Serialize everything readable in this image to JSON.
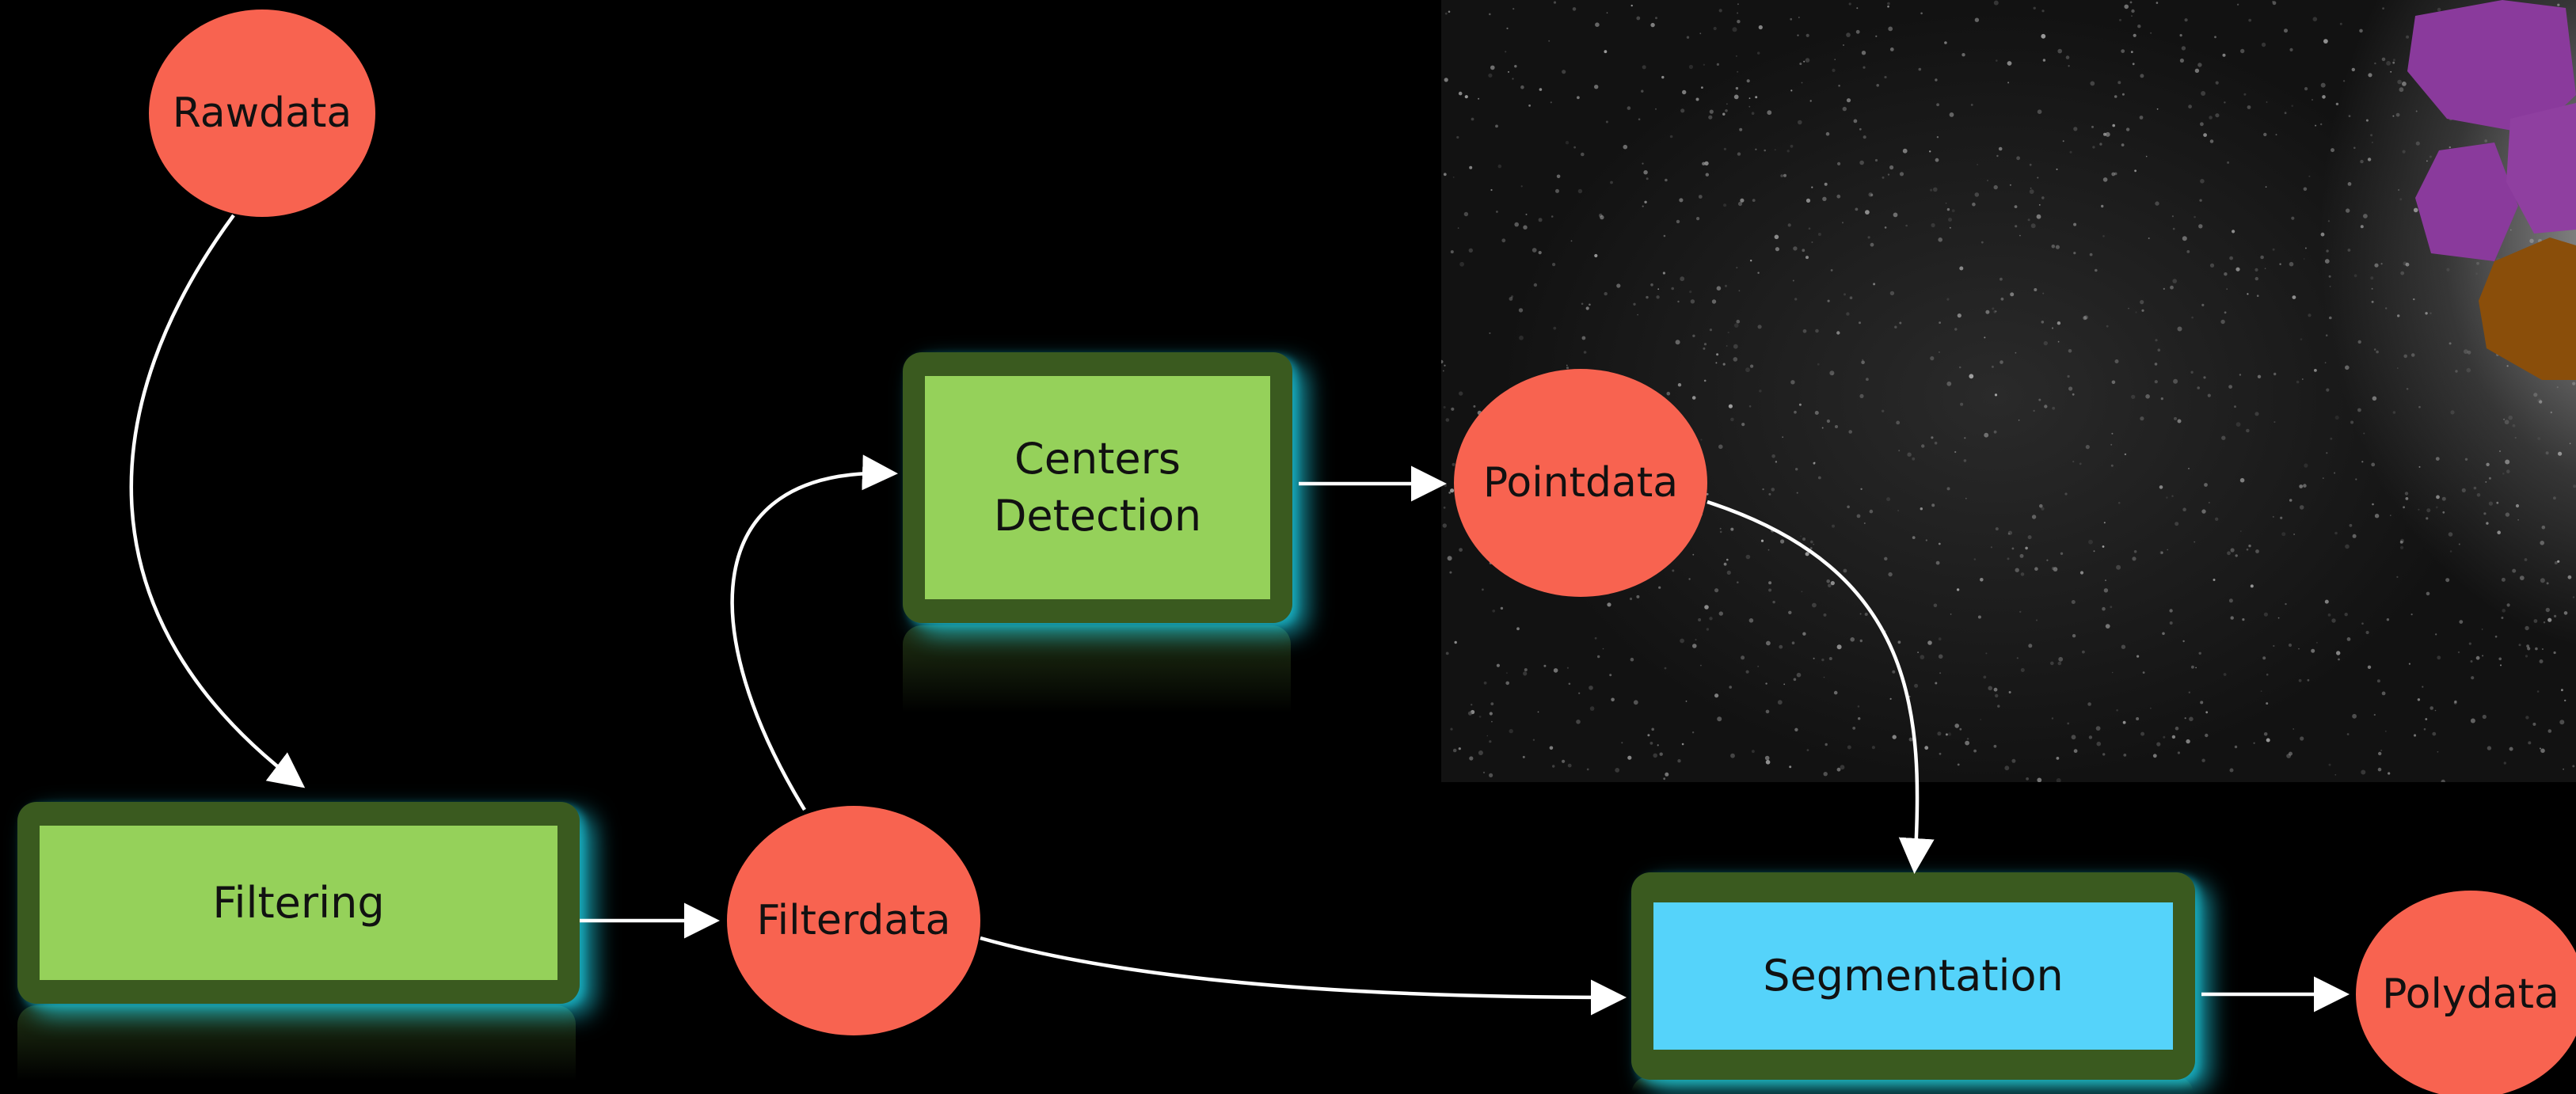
{
  "nodes": {
    "rawdata": "Rawdata",
    "filterdata": "Filterdata",
    "pointdata": "Pointdata",
    "polydata": "Polydata"
  },
  "processes": {
    "filtering": "Filtering",
    "centers_detection": "Centers\nDetection",
    "segmentation": "Segmentation"
  },
  "colors": {
    "data_node": "#f86350",
    "process_frame": "#3a5a1f",
    "process_fill_green": "#95d15a",
    "process_fill_cyan": "#55d3fa",
    "glow": "#1ec8dc",
    "edge": "#ffffff",
    "cell_purple": "#8a3a9c",
    "cell_orange": "#8a4e0a"
  },
  "edges": [
    {
      "from": "Rawdata",
      "to": "Filtering"
    },
    {
      "from": "Filtering",
      "to": "Filterdata"
    },
    {
      "from": "Filterdata",
      "to": "Centers\nDetection"
    },
    {
      "from": "Centers\nDetection",
      "to": "Pointdata"
    },
    {
      "from": "Pointdata",
      "to": "Segmentation"
    },
    {
      "from": "Filterdata",
      "to": "Segmentation"
    },
    {
      "from": "Segmentation",
      "to": "Polydata"
    }
  ]
}
